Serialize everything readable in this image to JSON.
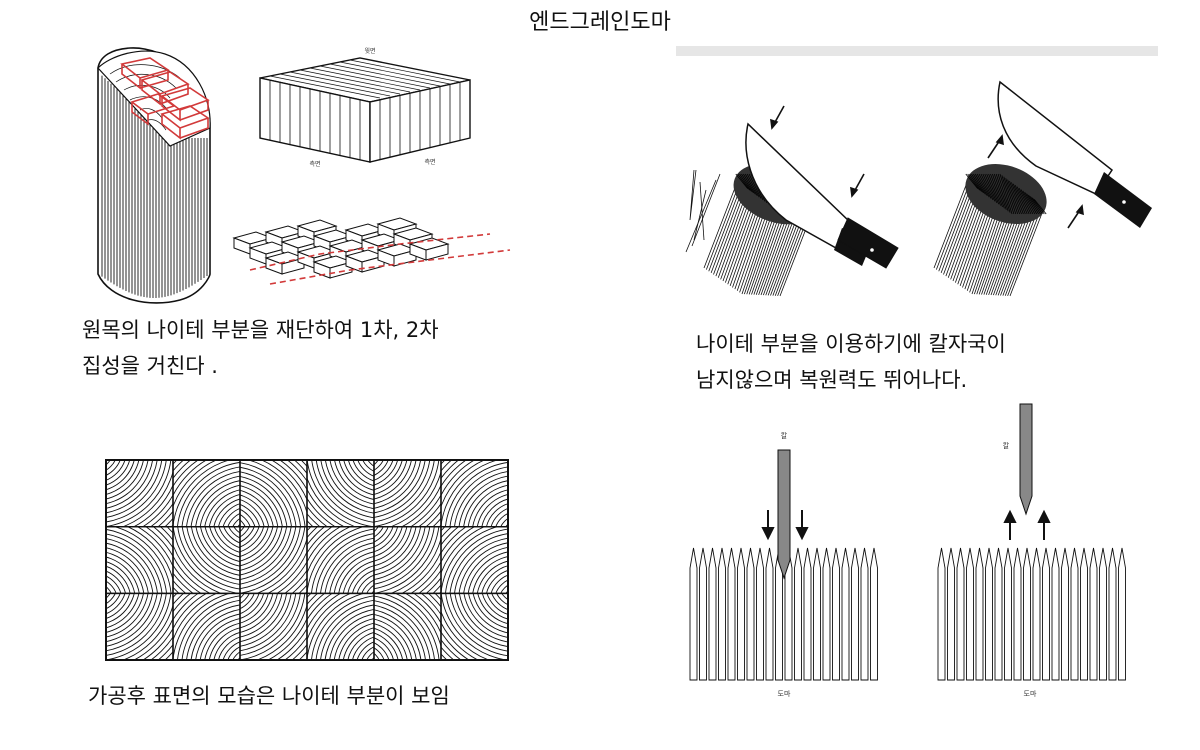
{
  "title": "엔드그레인도마",
  "caption_top_left": [
    "원목의 나이테 부분을 재단하여 1차, 2차",
    "집성을 거친다 ."
  ],
  "caption_top_right": [
    "나이테 부분을 이용하기에 칼자국이",
    "남지않으며 복원력도 뛰어나다."
  ],
  "caption_bottom_left": "가공후 표면의 모습은 나이테 부분이 보임",
  "labels": {
    "top_face": "윗면",
    "side_face_left": "측면",
    "side_face_right": "측면",
    "knife_left": "칼",
    "knife_right": "칼",
    "board_left": "도마",
    "board_right": "도마"
  },
  "colors": {
    "cut_lines": "#d23a3a",
    "ink": "#111111",
    "handle": "#111111",
    "divider": "#e6e6e6",
    "blade_section": "#888888"
  }
}
